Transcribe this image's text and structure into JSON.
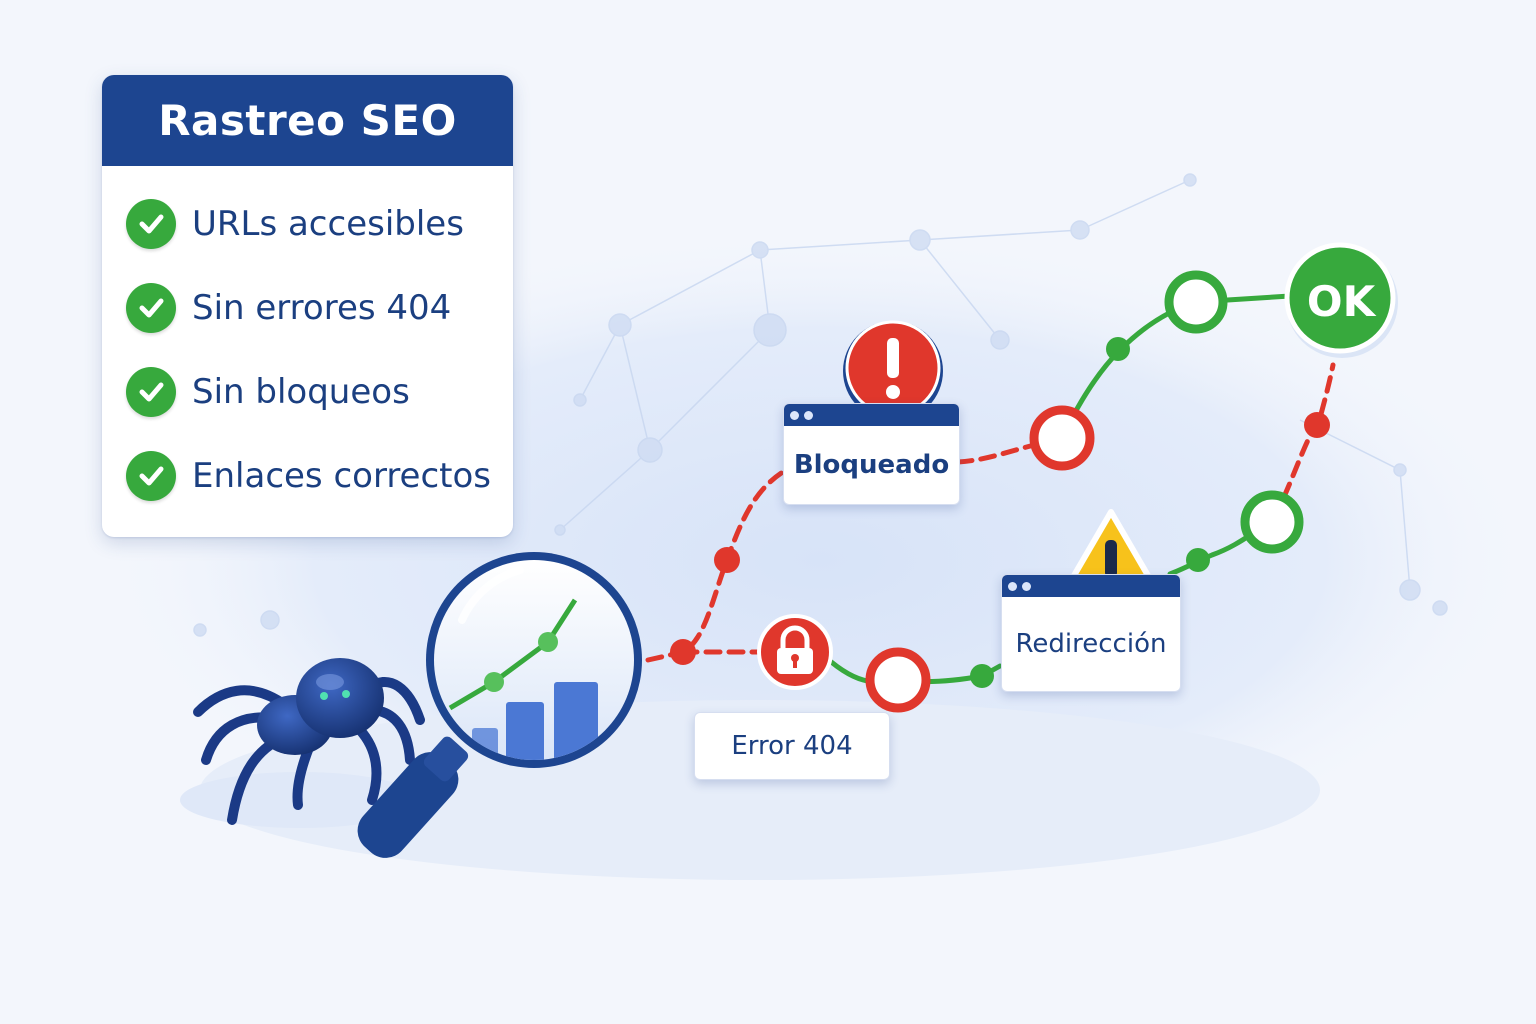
{
  "panel": {
    "title": "Rastreo SEO",
    "items": [
      {
        "label": "URLs accesibles",
        "icon": "check-icon"
      },
      {
        "label": "Sin errores 404",
        "icon": "check-icon"
      },
      {
        "label": "Sin bloqueos",
        "icon": "check-icon"
      },
      {
        "label": "Enlaces correctos",
        "icon": "check-icon"
      }
    ]
  },
  "path": {
    "blocked_label": "Bloqueado",
    "redirect_label": "Redirección",
    "error_label": "Error 404",
    "ok_label": "OK"
  },
  "icons": [
    "spider-icon",
    "magnifier-icon",
    "bar-chart-icon",
    "exclamation-icon",
    "warning-icon",
    "lock-icon"
  ],
  "colors": {
    "navy": "#1d4590",
    "green": "#37a93d",
    "red": "#e0372c",
    "yellow": "#f7c21b",
    "background": "#f3f6fc"
  }
}
